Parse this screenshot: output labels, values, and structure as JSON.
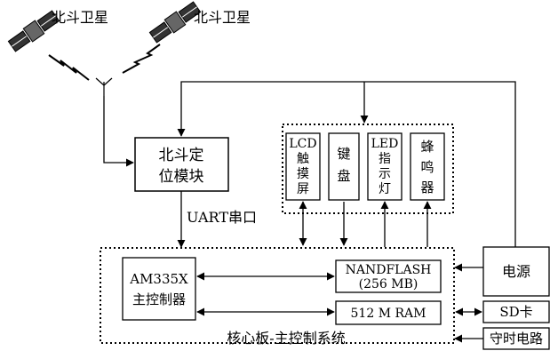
{
  "satellites": {
    "left_label": "北斗卫星",
    "right_label": "北斗卫星"
  },
  "gnss_module": {
    "line1": "北斗定",
    "line2": "位模块"
  },
  "uart_label": "UART串口",
  "peripherals": {
    "lcd": [
      "LCD",
      "触",
      "摸",
      "屏"
    ],
    "keyboard": [
      "键",
      "盘"
    ],
    "led": [
      "LED",
      "指",
      "示",
      "灯"
    ],
    "buzzer": [
      "蜂",
      "鸣",
      "器"
    ]
  },
  "core_board": {
    "label": "核心板-主控制系统",
    "cpu": {
      "line1": "AM335X",
      "line2": "主控制器"
    },
    "nandflash": {
      "line1": "NANDFLASH",
      "line2": "(256 MB)"
    },
    "ram": "512 M RAM"
  },
  "power": "电源",
  "sd_card": "SD卡",
  "timekeeping": "守时电路"
}
